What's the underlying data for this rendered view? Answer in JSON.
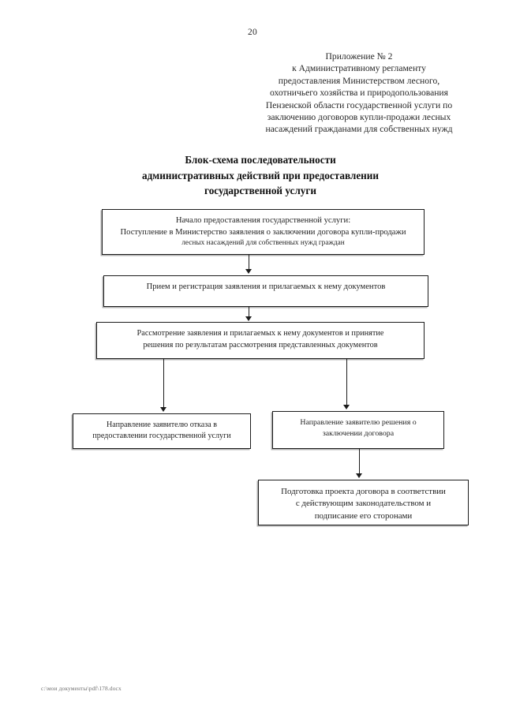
{
  "page": {
    "number": "20",
    "footer_path": "c:\\мои документы\\pdf\\178.docx"
  },
  "appendix": {
    "lines": [
      "Приложение № 2",
      "к Административному регламенту",
      "предоставления Министерством лесного,",
      "охотничьего хозяйства и природопользования",
      "Пензенской области государственной услуги по",
      "заключению договоров купли-продажи лесных",
      "насаждений гражданами для собственных нужд"
    ]
  },
  "title": {
    "lines": [
      "Блок-схема последовательности",
      "административных действий при предоставлении",
      "государственной услуги"
    ]
  },
  "flowchart": {
    "boxes": [
      {
        "id": "box-start",
        "name": "start-of-service",
        "lines": [
          "Начало предоставления государственной услуги:",
          "Поступление в Министерство заявления о заключении договора купли-продажи",
          "лесных насаждений для собственных нужд граждан"
        ]
      },
      {
        "id": "box-receive",
        "name": "receive-and-register",
        "lines": [
          "Прием и регистрация заявления и прилагаемых к нему документов"
        ]
      },
      {
        "id": "box-review",
        "name": "review-and-decide",
        "lines": [
          "Рассмотрение заявления и прилагаемых к нему документов и принятие",
          "решения по результатам рассмотрения представленных документов"
        ]
      },
      {
        "id": "box-refusal",
        "name": "send-refusal",
        "lines": [
          "Направление заявителю отказа в",
          "предоставлении государственной услуги"
        ]
      },
      {
        "id": "box-decision",
        "name": "send-decision",
        "lines": [
          "Направление заявителю решения о",
          "заключении договора"
        ]
      },
      {
        "id": "box-contract",
        "name": "prepare-contract",
        "lines": [
          "Подготовка проекта договора в соответствии",
          "с действующим законодательством и",
          "подписание его сторонами"
        ]
      }
    ]
  },
  "colors": {
    "text": "#1f1f1f",
    "border": "#1c1c1c",
    "shadow": "#b0b0b0",
    "footer": "#6f6f6f"
  }
}
